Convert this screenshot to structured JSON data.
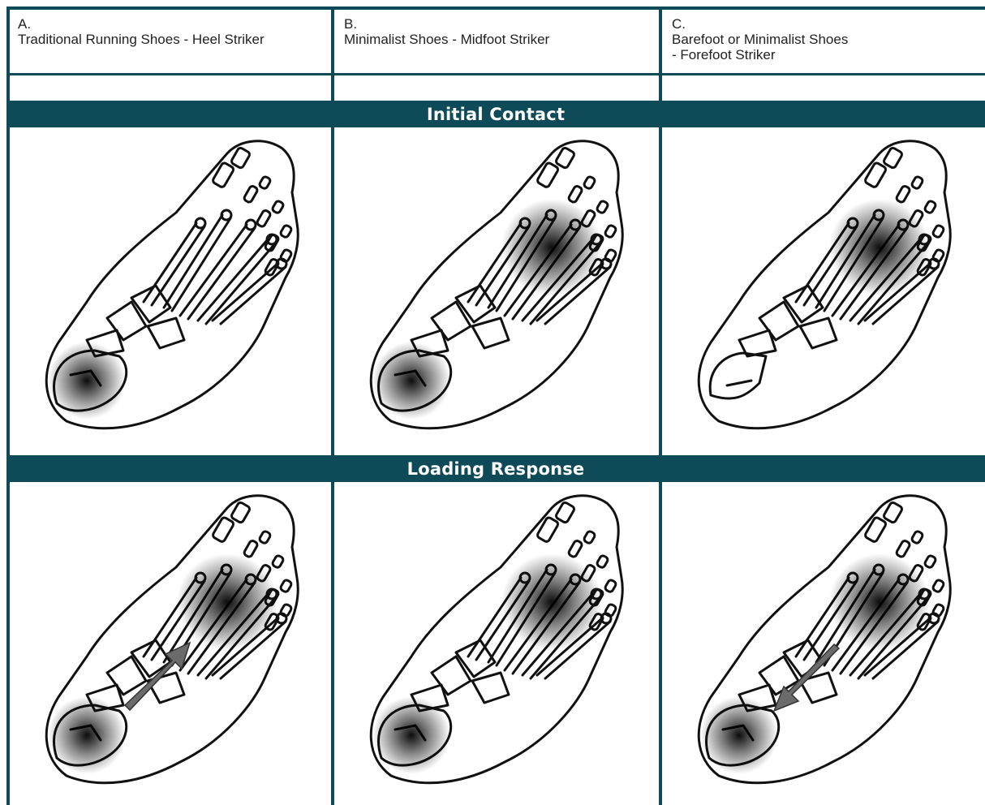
{
  "columns": [
    {
      "letter": "A.",
      "title": "Traditional Running Shoes - Heel Striker"
    },
    {
      "letter": "B.",
      "title": "Minimalist Shoes - Midfoot Striker"
    },
    {
      "letter": "C.",
      "title": "Barefoot or Minimalist Shoes\n- Forefoot Striker"
    }
  ],
  "phases": [
    {
      "label": "Initial Contact"
    },
    {
      "label": "Loading Response"
    }
  ],
  "colors": {
    "accent": "#0e4a57",
    "outline": "#111111",
    "shade": "#000000"
  },
  "panels": [
    {
      "id": "A1",
      "pressure": [
        "heel"
      ],
      "arrow": "none",
      "heel_bones": "full"
    },
    {
      "id": "B1",
      "pressure": [
        "heel",
        "forefoot"
      ],
      "arrow": "none",
      "heel_bones": "full"
    },
    {
      "id": "C1",
      "pressure": [
        "forefoot"
      ],
      "arrow": "none",
      "heel_bones": "sketch"
    },
    {
      "id": "A2",
      "pressure": [
        "heel",
        "forefoot"
      ],
      "arrow": "toward-forefoot",
      "heel_bones": "full"
    },
    {
      "id": "B2",
      "pressure": [
        "heel",
        "forefoot"
      ],
      "arrow": "none",
      "heel_bones": "full"
    },
    {
      "id": "C2",
      "pressure": [
        "heel",
        "forefoot"
      ],
      "arrow": "toward-heel",
      "heel_bones": "full"
    }
  ]
}
